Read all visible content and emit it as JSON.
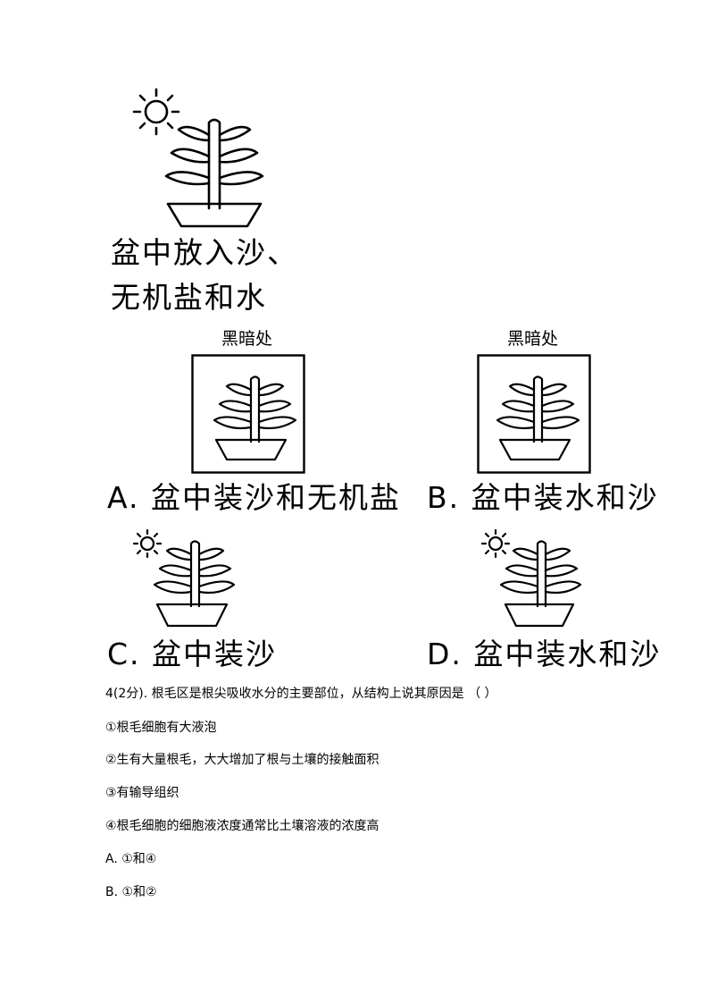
{
  "figure": {
    "control_label_line1": "盆中放入沙、",
    "control_label_line2": "无机盐和水",
    "dark_box_label": "黑暗处",
    "options": {
      "A": "A. 盆中装沙和无机盐",
      "B": "B. 盆中装水和沙",
      "C": "C. 盆中装沙",
      "D": "D. 盆中装水和沙"
    }
  },
  "question": {
    "stem": "4(2分). 根毛区是根尖吸收水分的主要部位，从结构上说其原因是 （     ）",
    "statements": [
      "①根毛细胞有大液泡",
      "②生有大量根毛，大大增加了根与土壤的接触面积",
      "③有输导组织",
      "④根毛细胞的细胞液浓度通常比土壤溶液的浓度高"
    ],
    "choices": [
      "A. ①和④",
      "B. ①和②"
    ]
  }
}
